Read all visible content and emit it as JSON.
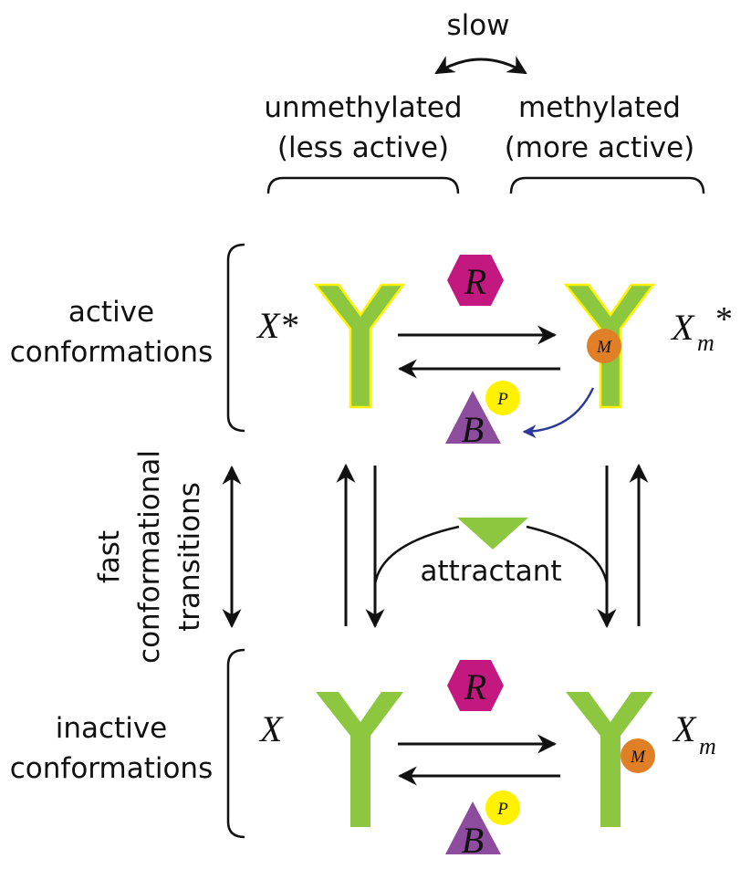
{
  "top": {
    "slow_label": "slow",
    "unmethylated_line1": "unmethylated",
    "unmethylated_line2": "(less active)",
    "methylated_line1": "methylated",
    "methylated_line2": "(more active)"
  },
  "side": {
    "active_line1": "active",
    "active_line2": "conformations",
    "fast_line1": "fast",
    "fast_line2": "conformational",
    "fast_line3": "transitions",
    "inactive_line1": "inactive",
    "inactive_line2": "conformations"
  },
  "symbols": {
    "x_star": "X*",
    "x_m_star_base": "X",
    "x_m_star_sub": "m",
    "x_m_star_ast": "*",
    "x": "X",
    "x_m_base": "X",
    "x_m_sub": "m",
    "r_top": "R",
    "r_bottom": "R",
    "b_top": "B",
    "b_bottom": "B",
    "p_top": "P",
    "p_bottom": "P",
    "m_top": "M",
    "m_bottom": "M"
  },
  "middle": {
    "attractant_label": "attractant"
  },
  "colors": {
    "receptor_green": "#8dc63f",
    "active_outline": "#fff200",
    "r_magenta": "#c3187f",
    "b_purple": "#8e4c9f",
    "p_yellow": "#fff200",
    "m_orange": "#e07f26",
    "blue_arrow": "#2b3a9b",
    "attractant_green": "#8dc63f"
  }
}
